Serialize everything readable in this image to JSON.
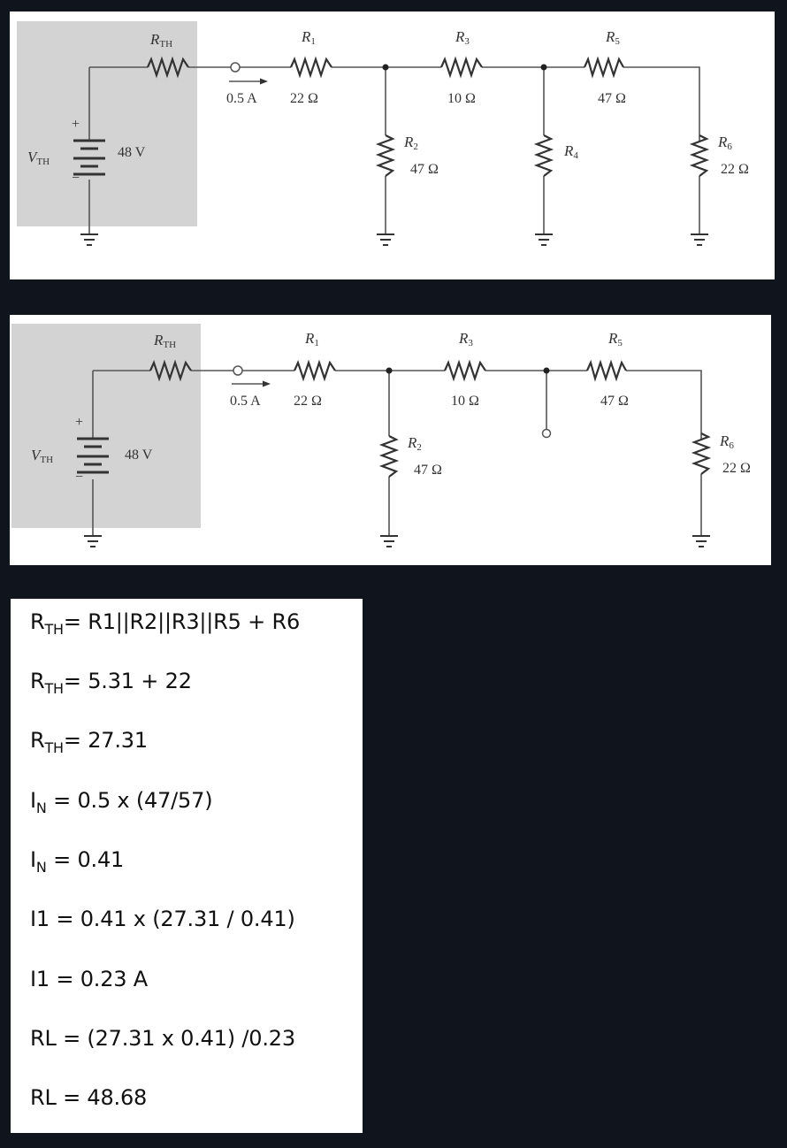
{
  "circuit1": {
    "source": {
      "symbol": "V",
      "sub": "TH",
      "value": "48 V",
      "plus": "+",
      "minus": "−"
    },
    "rth": {
      "symbol": "R",
      "sub": "TH"
    },
    "current": "0.5 A",
    "resistors": [
      {
        "id": "R1",
        "symbol": "R",
        "sub": "1",
        "value": "22 Ω"
      },
      {
        "id": "R2",
        "symbol": "R",
        "sub": "2",
        "value": "47 Ω"
      },
      {
        "id": "R3",
        "symbol": "R",
        "sub": "3",
        "value": "10 Ω"
      },
      {
        "id": "R4",
        "symbol": "R",
        "sub": "4",
        "value": ""
      },
      {
        "id": "R5",
        "symbol": "R",
        "sub": "5",
        "value": "47 Ω"
      },
      {
        "id": "R6",
        "symbol": "R",
        "sub": "6",
        "value": "22 Ω"
      }
    ]
  },
  "circuit2": {
    "source": {
      "symbol": "V",
      "sub": "TH",
      "value": "48 V",
      "plus": "+",
      "minus": "−"
    },
    "rth": {
      "symbol": "R",
      "sub": "TH"
    },
    "current": "0.5 A",
    "resistors": [
      {
        "id": "R1",
        "symbol": "R",
        "sub": "1",
        "value": "22 Ω"
      },
      {
        "id": "R2",
        "symbol": "R",
        "sub": "2",
        "value": "47 Ω"
      },
      {
        "id": "R3",
        "symbol": "R",
        "sub": "3",
        "value": "10 Ω"
      },
      {
        "id": "R5",
        "symbol": "R",
        "sub": "5",
        "value": "47 Ω"
      },
      {
        "id": "R6",
        "symbol": "R",
        "sub": "6",
        "value": "22 Ω"
      }
    ]
  },
  "solution": {
    "lines": [
      {
        "pre": "R",
        "sub": "TH",
        "post": "= R1||R2||R3||R5 + R6"
      },
      {
        "pre": "R",
        "sub": "TH",
        "post": "= 5.31 + 22"
      },
      {
        "pre": "R",
        "sub": "TH",
        "post": "= 27.31"
      },
      {
        "pre": "I",
        "sub": "N",
        "post": " = 0.5 x (47/57)"
      },
      {
        "pre": "I",
        "sub": "N",
        "post": " = 0.41"
      },
      {
        "pre": "I1 = 0.41 x (27.31 / 0.41)",
        "sub": "",
        "post": ""
      },
      {
        "pre": "I1 = 0.23 A",
        "sub": "",
        "post": ""
      },
      {
        "pre": "RL = (27.31 x 0.41) /0.23",
        "sub": "",
        "post": ""
      },
      {
        "pre": "RL = 48.68",
        "sub": "",
        "post": ""
      }
    ]
  }
}
